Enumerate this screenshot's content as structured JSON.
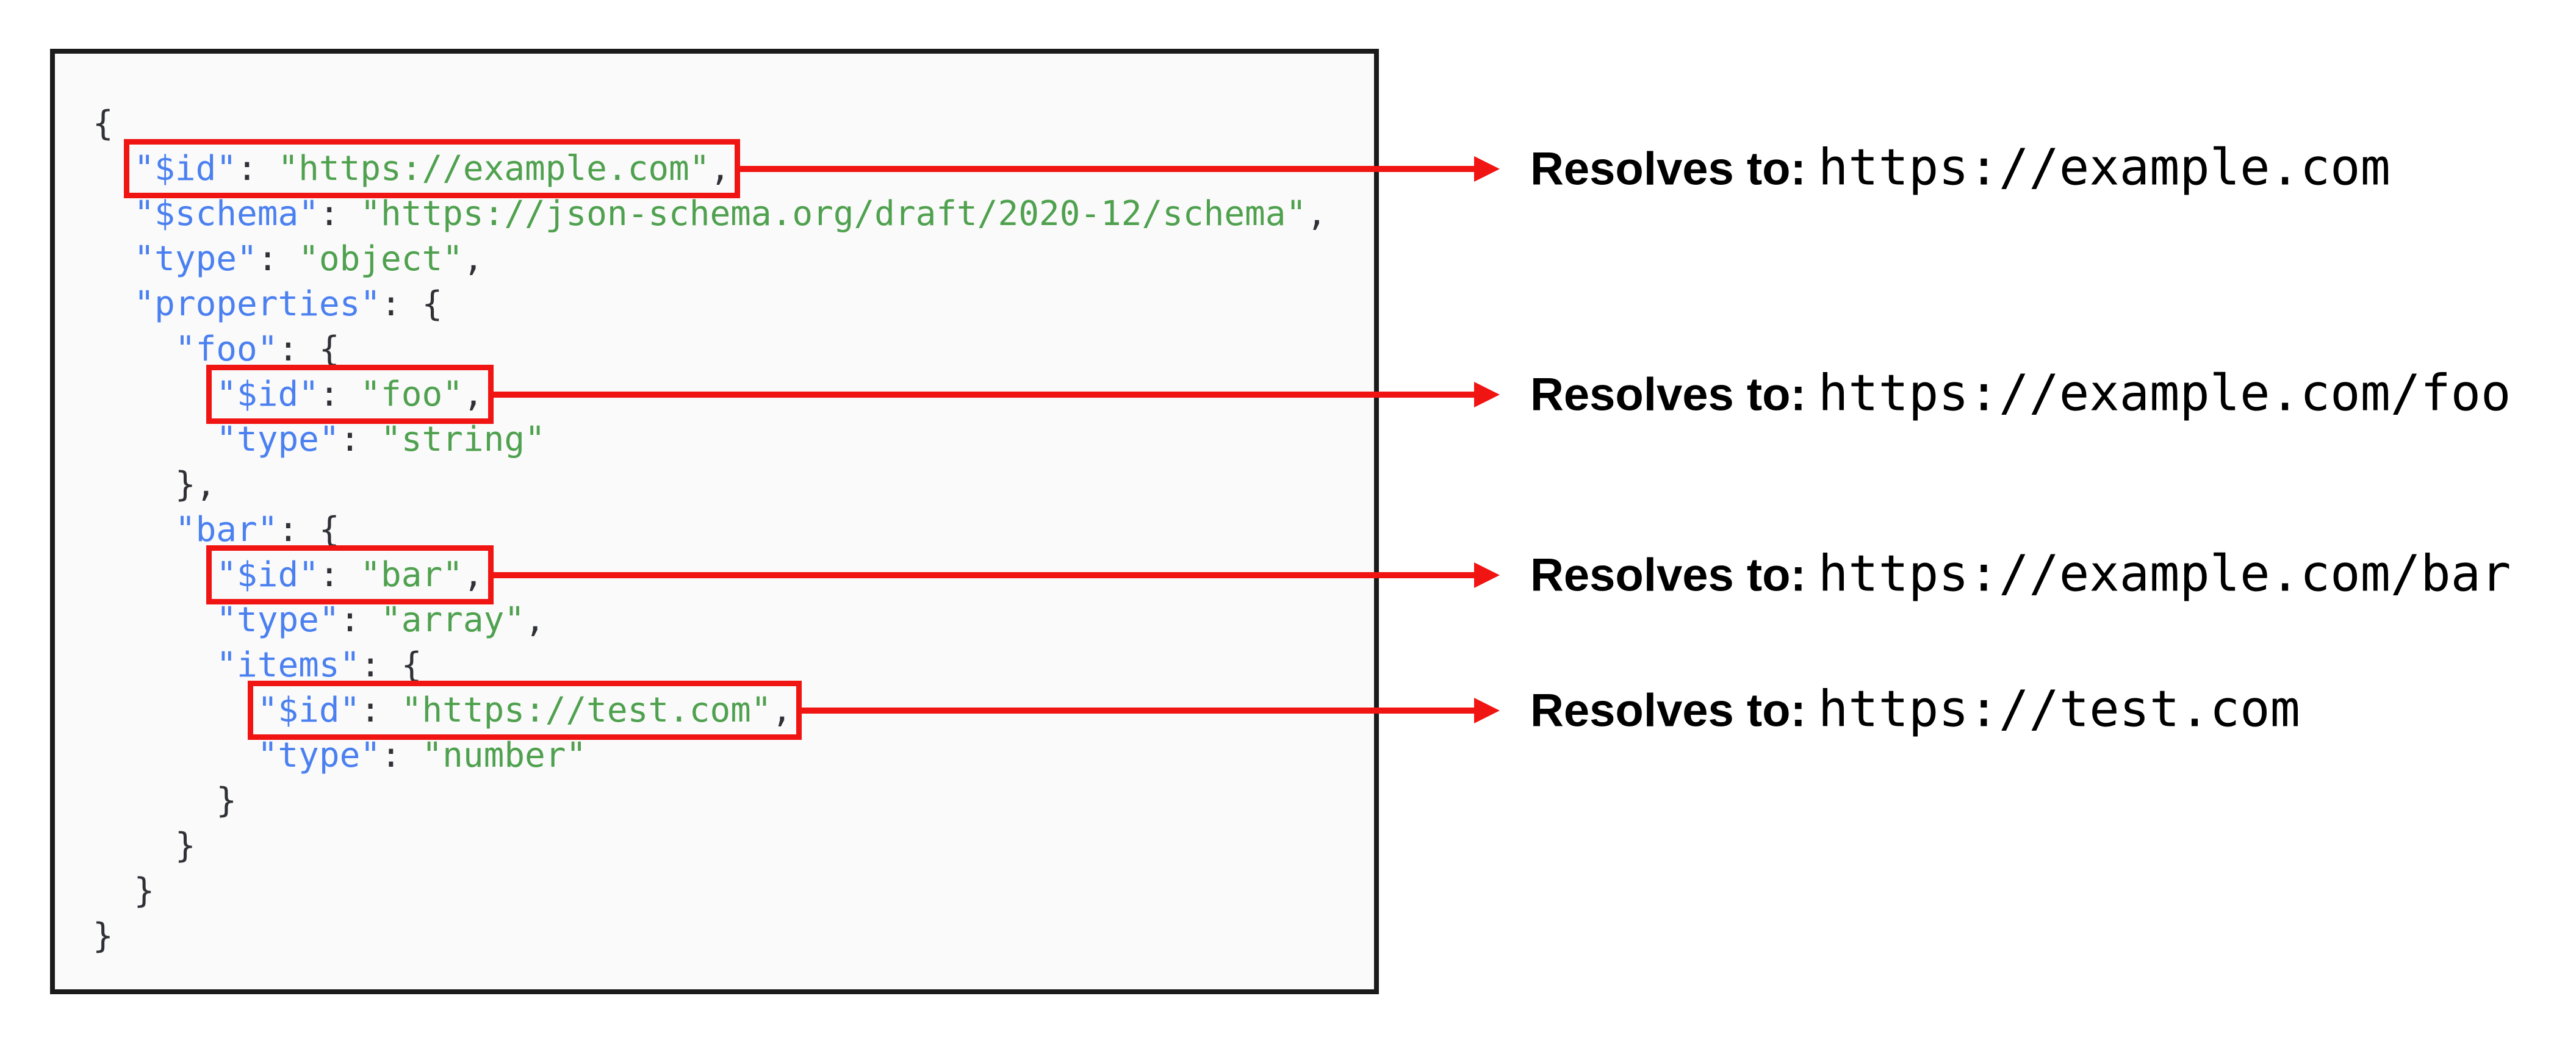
{
  "colors": {
    "key": "#4b80f0",
    "string": "#4fa14f",
    "punctuation": "#2f3136",
    "accent_red": "#f01412",
    "panel_bg": "#fafafa",
    "panel_border": "#1b1b1b"
  },
  "code": {
    "lines": [
      {
        "indent": 0,
        "hl": false,
        "tokens": [
          [
            "pun",
            "{"
          ]
        ]
      },
      {
        "indent": 2,
        "hl": true,
        "tokens": [
          [
            "key",
            "\"$id\""
          ],
          [
            "pun",
            ": "
          ],
          [
            "str",
            "\"https://example.com\""
          ],
          [
            "pun",
            ","
          ]
        ]
      },
      {
        "indent": 2,
        "hl": false,
        "tokens": [
          [
            "key",
            "\"$schema\""
          ],
          [
            "pun",
            ": "
          ],
          [
            "str",
            "\"https://json-schema.org/draft/2020-12/schema\""
          ],
          [
            "pun",
            ","
          ]
        ]
      },
      {
        "indent": 2,
        "hl": false,
        "tokens": [
          [
            "key",
            "\"type\""
          ],
          [
            "pun",
            ": "
          ],
          [
            "str",
            "\"object\""
          ],
          [
            "pun",
            ","
          ]
        ]
      },
      {
        "indent": 2,
        "hl": false,
        "tokens": [
          [
            "key",
            "\"properties\""
          ],
          [
            "pun",
            ": {"
          ]
        ]
      },
      {
        "indent": 4,
        "hl": false,
        "tokens": [
          [
            "key",
            "\"foo\""
          ],
          [
            "pun",
            ": {"
          ]
        ]
      },
      {
        "indent": 6,
        "hl": true,
        "tokens": [
          [
            "key",
            "\"$id\""
          ],
          [
            "pun",
            ": "
          ],
          [
            "str",
            "\"foo\""
          ],
          [
            "pun",
            ","
          ]
        ]
      },
      {
        "indent": 6,
        "hl": false,
        "tokens": [
          [
            "key",
            "\"type\""
          ],
          [
            "pun",
            ": "
          ],
          [
            "str",
            "\"string\""
          ]
        ]
      },
      {
        "indent": 4,
        "hl": false,
        "tokens": [
          [
            "pun",
            "},"
          ]
        ]
      },
      {
        "indent": 4,
        "hl": false,
        "tokens": [
          [
            "key",
            "\"bar\""
          ],
          [
            "pun",
            ": {"
          ]
        ]
      },
      {
        "indent": 6,
        "hl": true,
        "tokens": [
          [
            "key",
            "\"$id\""
          ],
          [
            "pun",
            ": "
          ],
          [
            "str",
            "\"bar\""
          ],
          [
            "pun",
            ","
          ]
        ]
      },
      {
        "indent": 6,
        "hl": false,
        "tokens": [
          [
            "key",
            "\"type\""
          ],
          [
            "pun",
            ": "
          ],
          [
            "str",
            "\"array\""
          ],
          [
            "pun",
            ","
          ]
        ]
      },
      {
        "indent": 6,
        "hl": false,
        "tokens": [
          [
            "key",
            "\"items\""
          ],
          [
            "pun",
            ": {"
          ]
        ]
      },
      {
        "indent": 8,
        "hl": true,
        "tokens": [
          [
            "key",
            "\"$id\""
          ],
          [
            "pun",
            ": "
          ],
          [
            "str",
            "\"https://test.com\""
          ],
          [
            "pun",
            ","
          ]
        ]
      },
      {
        "indent": 8,
        "hl": false,
        "tokens": [
          [
            "key",
            "\"type\""
          ],
          [
            "pun",
            ": "
          ],
          [
            "str",
            "\"number\""
          ]
        ]
      },
      {
        "indent": 6,
        "hl": false,
        "tokens": [
          [
            "pun",
            "}"
          ]
        ]
      },
      {
        "indent": 4,
        "hl": false,
        "tokens": [
          [
            "pun",
            "}"
          ]
        ]
      },
      {
        "indent": 2,
        "hl": false,
        "tokens": [
          [
            "pun",
            "}"
          ]
        ]
      },
      {
        "indent": 0,
        "hl": false,
        "tokens": [
          [
            "pun",
            "}"
          ]
        ]
      }
    ]
  },
  "annotations": [
    {
      "label": "Resolves to:",
      "url": "https://example.com"
    },
    {
      "label": "Resolves to:",
      "url": "https://example.com/foo"
    },
    {
      "label": "Resolves to:",
      "url": "https://example.com/bar"
    },
    {
      "label": "Resolves to:",
      "url": "https://test.com"
    }
  ]
}
